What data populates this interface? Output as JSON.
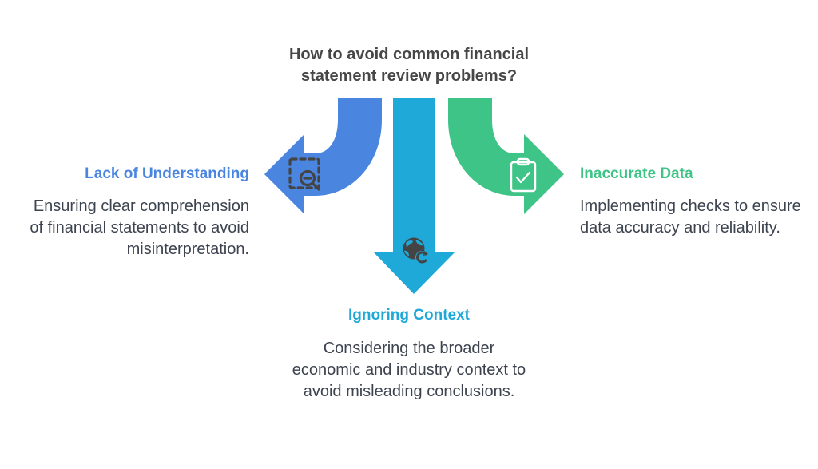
{
  "title": "How to avoid common financial statement review problems?",
  "colors": {
    "left": "#4a86e0",
    "center": "#1ea9d9",
    "right": "#3ec486",
    "icon_dark": "#444444",
    "icon_light": "#ffffff",
    "title_text": "#474747",
    "body_text": "#3d4450"
  },
  "branches": [
    {
      "id": "left",
      "heading": "Lack of Understanding",
      "description": "Ensuring clear comprehension of financial statements to avoid misinterpretation.",
      "icon": "zoom-out-selection-icon"
    },
    {
      "id": "center",
      "heading": "Ignoring Context",
      "description": "Considering the broader economic and industry context to avoid misleading conclusions.",
      "icon": "globe-refresh-icon"
    },
    {
      "id": "right",
      "heading": "Inaccurate Data",
      "description": "Implementing checks to ensure data accuracy and reliability.",
      "icon": "clipboard-check-icon"
    }
  ]
}
